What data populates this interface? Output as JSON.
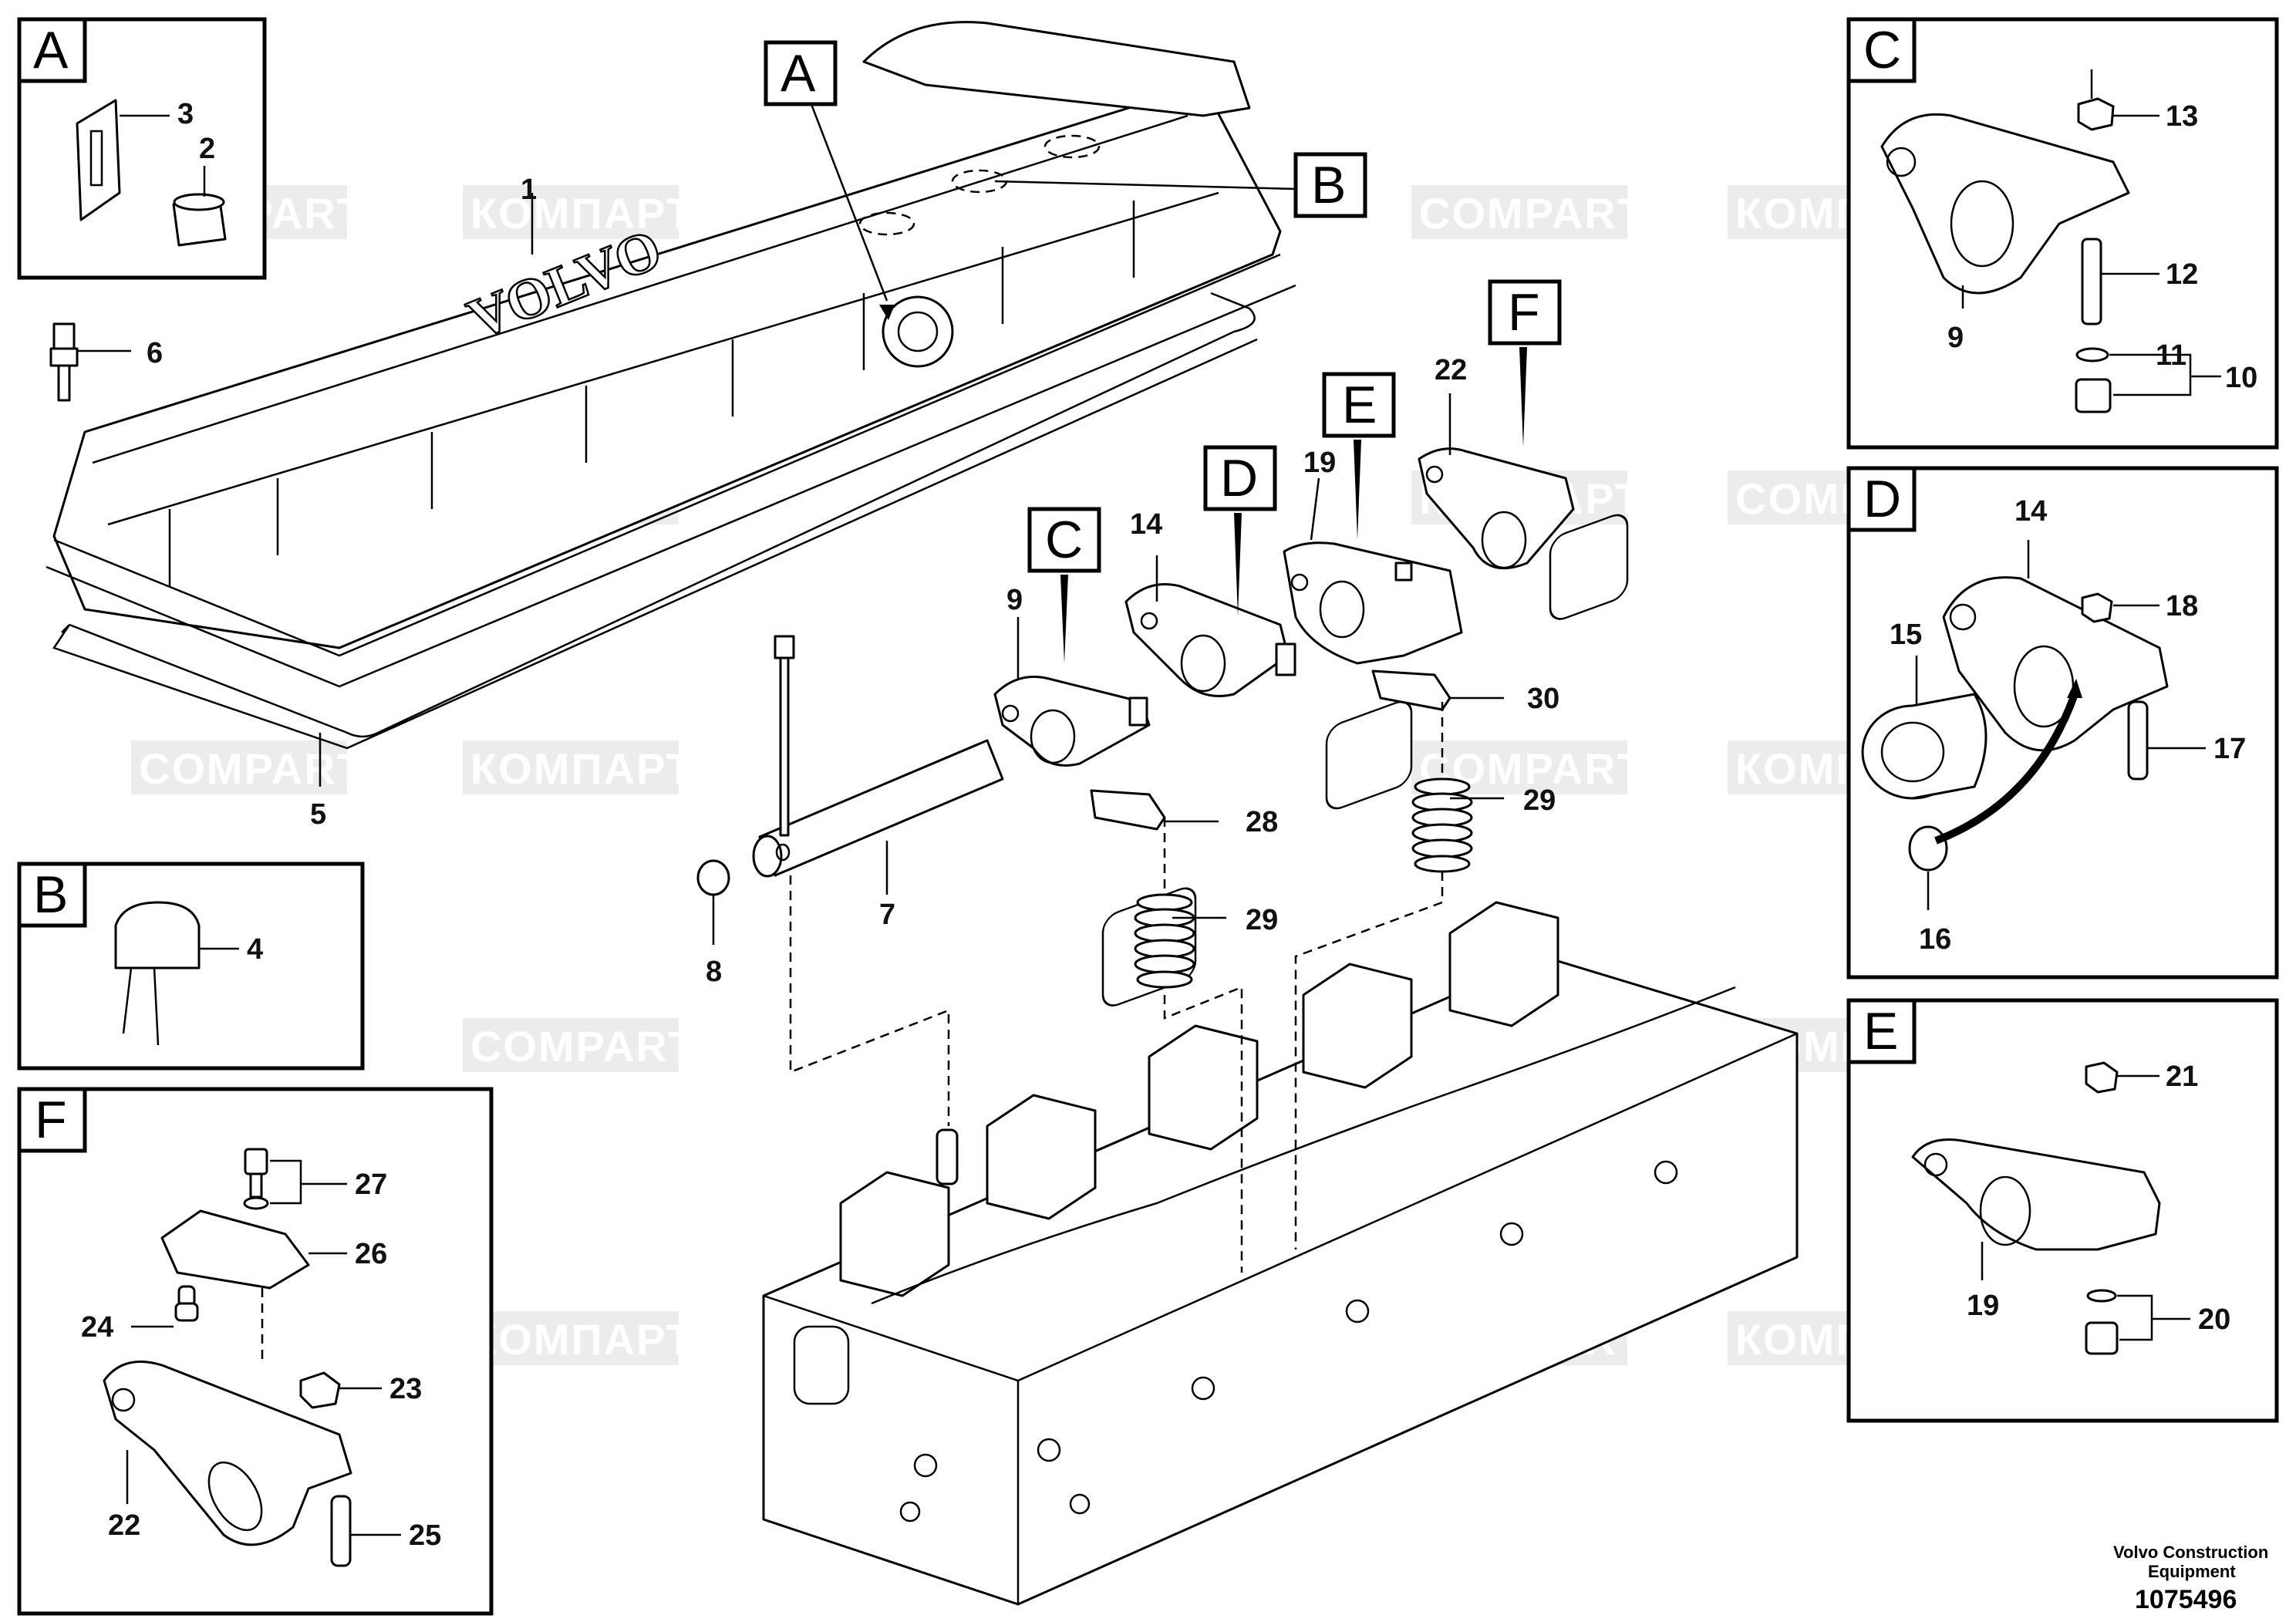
{
  "watermark": {
    "text_cyr": "КОМПАРТ",
    "text_lat": "COMPART"
  },
  "callouts": {
    "A": "A",
    "B": "B",
    "C": "C",
    "D": "D",
    "E": "E",
    "F": "F"
  },
  "parts": {
    "p1": "1",
    "p2": "2",
    "p3": "3",
    "p4": "4",
    "p5": "5",
    "p6": "6",
    "p7": "7",
    "p8": "8",
    "p9": "9",
    "p10": "10",
    "p11": "11",
    "p12": "12",
    "p13": "13",
    "p14": "14",
    "p15": "15",
    "p16": "16",
    "p17": "17",
    "p18": "18",
    "p19": "19",
    "p20": "20",
    "p21": "21",
    "p22": "22",
    "p23": "23",
    "p24": "24",
    "p25": "25",
    "p26": "26",
    "p27": "27",
    "p28": "28",
    "p29": "29",
    "p30": "30"
  },
  "cover_logo": "VOLVO",
  "footer": {
    "line1": "Volvo Construction",
    "line2": "Equipment",
    "drawing_number": "1075496"
  }
}
